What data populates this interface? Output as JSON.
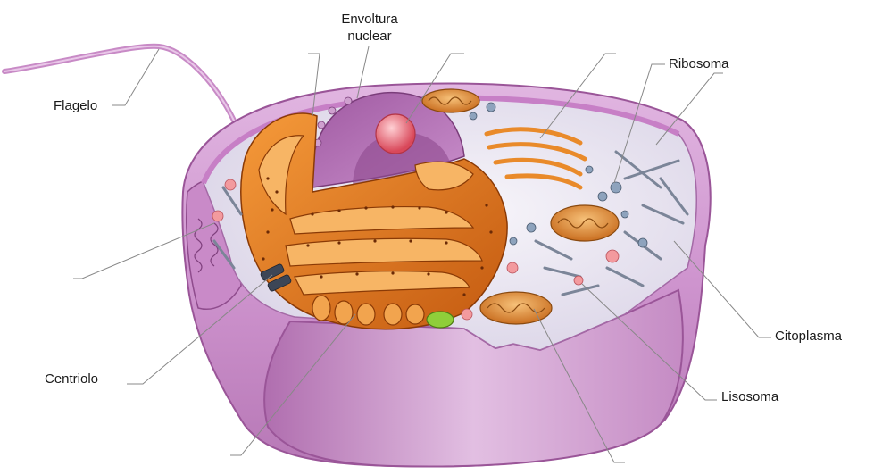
{
  "diagram": {
    "labels": {
      "envoltura_nuclear_line1": "Envoltura",
      "envoltura_nuclear_line2": "nuclear",
      "flagelo": "Flagelo",
      "ribosoma": "Ribosoma",
      "citoplasma": "Citoplasma",
      "centriolo": "Centriolo",
      "lisosoma": "Lisosoma"
    },
    "colors": {
      "membrane": "#c77fc6",
      "membrane_dark": "#9a5598",
      "membrane_light": "#e7c6e7",
      "cytoplasm": "#eeeaf4",
      "golgi_er_orange": "#e9801e",
      "golgi_er_dark": "#a9480a",
      "nucleus": "#b06fb0",
      "nucleolus": "#e96a72",
      "mitochondria": "#f2a34a",
      "lysosome_green": "#8fce3a",
      "leader_line": "#777777"
    }
  }
}
